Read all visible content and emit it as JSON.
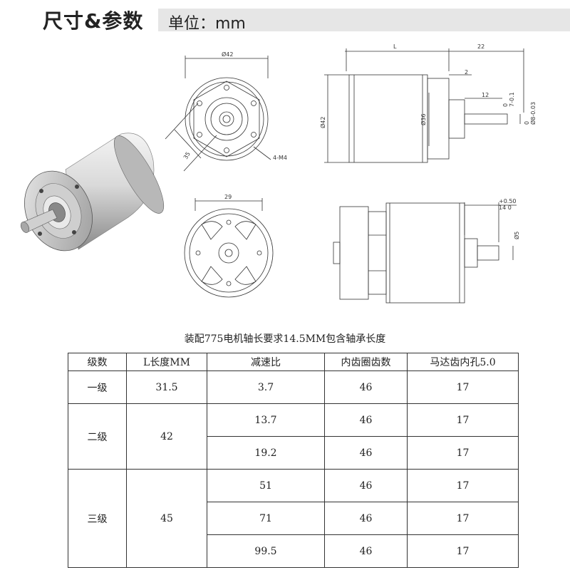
{
  "header": {
    "title": "尺寸&参数",
    "unit": "单位：mm"
  },
  "drawing": {
    "dims": {
      "phi42_front": "Ø42",
      "dim35": "35",
      "holes": "4-M4",
      "dim29": "29",
      "L": "L",
      "dim22": "22",
      "dim2": "2",
      "dim12": "12",
      "tol_len": "0\n7-0.1",
      "tol_dia": "0\nØ8-0.03",
      "phi42_side": "Ø42",
      "phi36": "Ø36",
      "tol_14": "+0.50\n14  0",
      "phi5": "Ø5"
    }
  },
  "caption": "装配775电机轴长要求14.5MM包含轴承长度",
  "table": {
    "headers": [
      "级数",
      "L长度MM",
      "减速比",
      "内齿圈齿数",
      "马达齿内孔5.0"
    ],
    "groups": [
      {
        "stage": "一级",
        "length": "31.5",
        "rows": [
          {
            "ratio": "3.7",
            "teeth": "46",
            "bore": "17"
          }
        ]
      },
      {
        "stage": "二级",
        "length": "42",
        "rows": [
          {
            "ratio": "13.7",
            "teeth": "46",
            "bore": "17"
          },
          {
            "ratio": "19.2",
            "teeth": "46",
            "bore": "17"
          }
        ]
      },
      {
        "stage": "三级",
        "length": "45",
        "rows": [
          {
            "ratio": "51",
            "teeth": "46",
            "bore": "17"
          },
          {
            "ratio": "71",
            "teeth": "46",
            "bore": "17"
          },
          {
            "ratio": "99.5",
            "teeth": "46",
            "bore": "17"
          }
        ]
      }
    ]
  }
}
